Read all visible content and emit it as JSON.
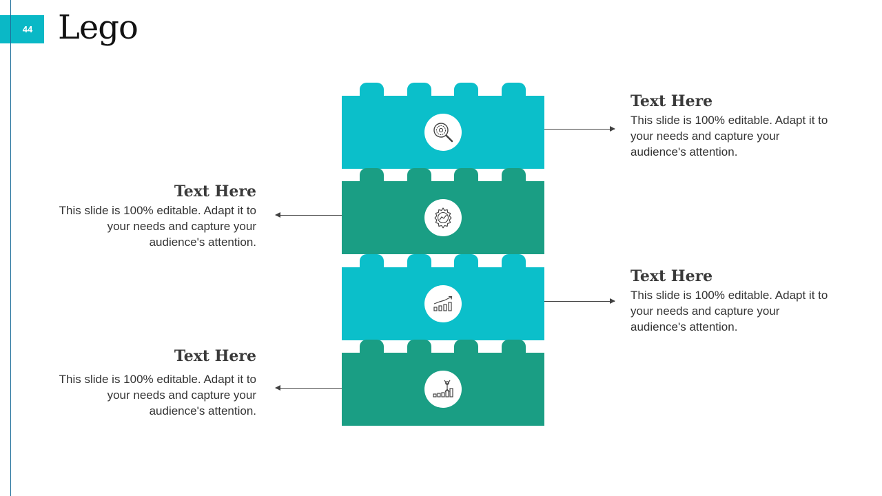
{
  "slide": {
    "number": "44",
    "title": "Lego"
  },
  "colors": {
    "accent": "#0ab8c6",
    "teal": "#0bbfca",
    "green": "#1a9e84",
    "rule": "#1f6f9a"
  },
  "bricks": [
    {
      "color": "teal",
      "icon": "search-gear-icon"
    },
    {
      "color": "green",
      "icon": "gear-chart-icon"
    },
    {
      "color": "teal",
      "icon": "growth-chart-icon"
    },
    {
      "color": "green",
      "icon": "bars-growth-icon"
    }
  ],
  "blocks": [
    {
      "heading": "Text Here",
      "body": "This slide is 100% editable. Adapt it to your needs and capture your audience's attention."
    },
    {
      "heading": "Text Here",
      "body": "This slide is 100% editable. Adapt it to your needs and capture your audience's attention."
    },
    {
      "heading": "Text Here",
      "body": "This slide is 100% editable. Adapt it to your needs and capture your audience's attention."
    },
    {
      "heading": "Text Here",
      "body": "This slide is 100% editable. Adapt it to your needs and capture your audience's attention."
    }
  ]
}
